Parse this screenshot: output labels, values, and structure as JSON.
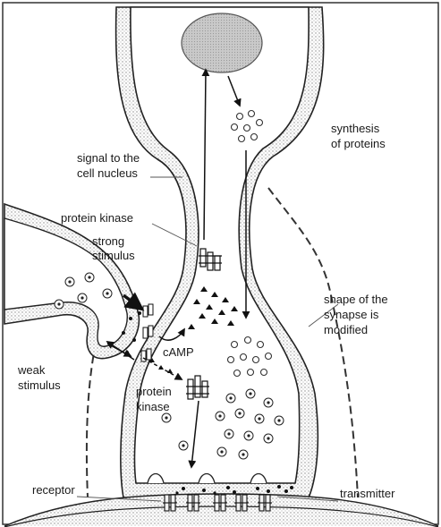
{
  "labels": {
    "signal_nucleus": [
      "signal to the",
      "cell nucleus"
    ],
    "synthesis": [
      "synthesis",
      "of proteins"
    ],
    "protein_kinase_top": [
      "protein kinase"
    ],
    "strong_stimulus": [
      "strong",
      "stimulus"
    ],
    "shape_synapse": [
      "shape of the",
      "synapse is",
      "modified"
    ],
    "camp": [
      "cAMP"
    ],
    "weak_stimulus": [
      "weak",
      "stimulus"
    ],
    "protein_kinase_bottom": [
      "protein",
      "kinase"
    ],
    "receptor": [
      "receptor"
    ],
    "transmitter": [
      "transmitter"
    ]
  }
}
